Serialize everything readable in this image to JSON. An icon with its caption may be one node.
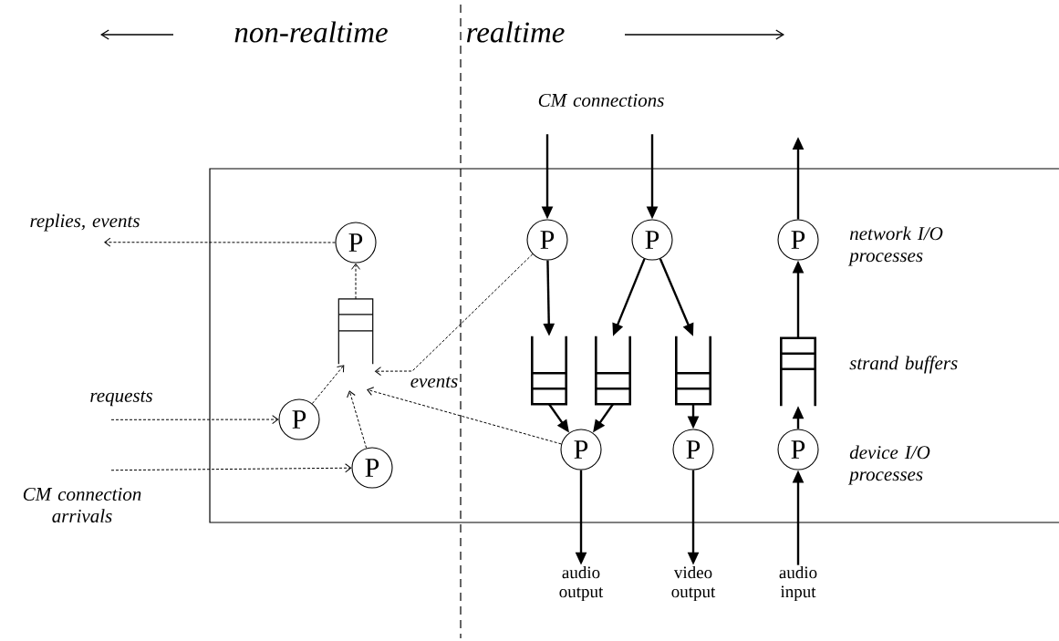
{
  "diagram": {
    "nodes": [
      {
        "text": [],
        "shape": "box"
      },
      {
        "text": [
          "replies, events"
        ]
      },
      {
        "text": [
          "requests"
        ]
      },
      {
        "text": [
          "CM connection arrivals"
        ]
      },
      {
        "text": [
          "P"
        ],
        "in": 0
      },
      {
        "text": [],
        "shape": "box",
        "in": 0
      },
      {
        "text": [
          "P"
        ],
        "in": 0
      },
      {
        "text": [
          "P"
        ],
        "in": 0
      },
      {
        "text": [
          "CM connections"
        ]
      },
      {
        "text": [
          "P"
        ],
        "in": 0
      },
      {
        "text": [
          "P"
        ],
        "in": 0
      },
      {
        "text": [
          "P"
        ],
        "in": 0
      },
      {
        "text": [],
        "shape": "box",
        "in": 0
      },
      {
        "text": [],
        "shape": "box",
        "in": 0
      },
      {
        "text": [],
        "shape": "box",
        "in": 0
      },
      {
        "text": [],
        "shape": "box",
        "in": 0
      },
      {
        "text": [
          "P"
        ],
        "in": 0
      },
      {
        "text": [
          "P"
        ],
        "in": 0
      },
      {
        "text": [
          "P"
        ],
        "in": 0
      },
      {
        "text": [
          "audio output"
        ]
      },
      {
        "text": [
          "video output"
        ]
      },
      {
        "text": [
          "audio input"
        ]
      }
    ],
    "edges": [
      {
        "from": 4,
        "to": 1,
        "arrow": "to",
        "style": "dashed"
      },
      {
        "from": 2,
        "to": 6,
        "arrow": "to",
        "style": "dashed"
      },
      {
        "from": 3,
        "to": 7,
        "arrow": "to",
        "style": "dashed"
      },
      {
        "from": 5,
        "to": 4,
        "arrow": "to",
        "style": "dashed"
      },
      {
        "from": 6,
        "to": 5,
        "arrow": "to",
        "style": "dashed"
      },
      {
        "from": 7,
        "to": 5,
        "arrow": "to",
        "style": "dashed"
      },
      {
        "from": 9,
        "to": 5,
        "arrow": "to",
        "style": "dashed",
        "label": "events"
      },
      {
        "from": 16,
        "to": 5,
        "arrow": "to",
        "style": "dashed"
      },
      {
        "from": 8,
        "to": 9,
        "arrow": "to"
      },
      {
        "from": 8,
        "to": 10,
        "arrow": "to"
      },
      {
        "from": 11,
        "to": null,
        "arrow": "to"
      },
      {
        "from": 9,
        "to": 12,
        "arrow": "to"
      },
      {
        "from": 10,
        "to": 13,
        "arrow": "to"
      },
      {
        "from": 10,
        "to": 14,
        "arrow": "to"
      },
      {
        "from": 12,
        "to": 16,
        "arrow": "to"
      },
      {
        "from": 13,
        "to": 16,
        "arrow": "to"
      },
      {
        "from": 14,
        "to": 17,
        "arrow": "to"
      },
      {
        "from": 15,
        "to": 11,
        "arrow": "to"
      },
      {
        "from": 18,
        "to": 15,
        "arrow": "to"
      },
      {
        "from": 21,
        "to": 18,
        "arrow": "to"
      },
      {
        "from": 16,
        "to": 19,
        "arrow": "to"
      },
      {
        "from": 17,
        "to": 20,
        "arrow": "to"
      }
    ],
    "labels": [
      "non-realtime",
      "realtime",
      "network I/O processes",
      "strand buffers",
      "device I/O processes"
    ]
  }
}
